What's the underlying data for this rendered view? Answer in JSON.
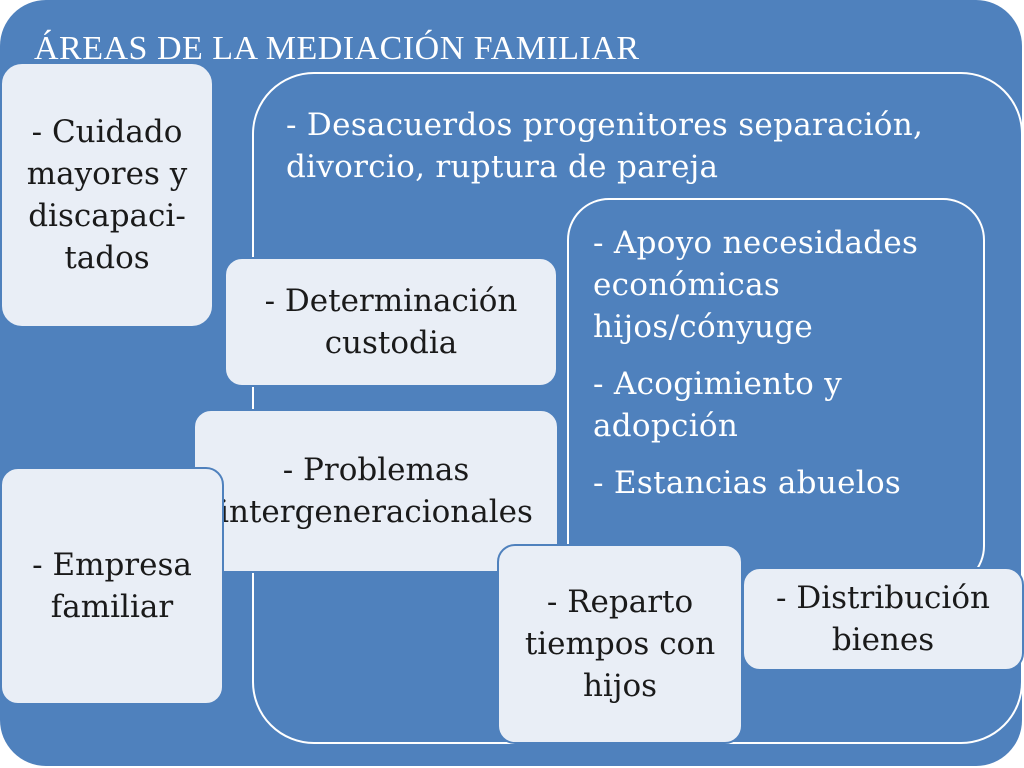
{
  "title": "ÁREAS DE LA MEDIACIÓN FAMILIAR",
  "outer_group": {
    "text_lines": [
      "- Desacuerdos progenitores separación,",
      "divorcio, ruptura de pareja"
    ]
  },
  "inner_group": {
    "apoyo_lines": [
      "- Apoyo necesidades",
      "económicas",
      "hijos/cónyuge"
    ],
    "acogimiento_lines": [
      "- Acogimiento y",
      "adopción"
    ],
    "estancias": "- Estancias abuelos"
  },
  "boxes": {
    "cuidado": [
      "- Cuidado",
      "mayores y",
      "discapaci-",
      "tados"
    ],
    "determinacion": [
      "- Determinación",
      "custodia"
    ],
    "problemas": [
      "- Problemas",
      "intergeneracionales"
    ],
    "empresa": [
      "- Empresa",
      "familiar"
    ],
    "reparto": [
      "- Reparto",
      "tiempos con",
      "hijos"
    ],
    "distribucion": [
      "- Distribución",
      "bienes"
    ]
  },
  "colors": {
    "panel": "#4f81bd",
    "box_fill": "#e9eef6",
    "text_light": "#ffffff",
    "text_dark": "#1a1a1a"
  }
}
